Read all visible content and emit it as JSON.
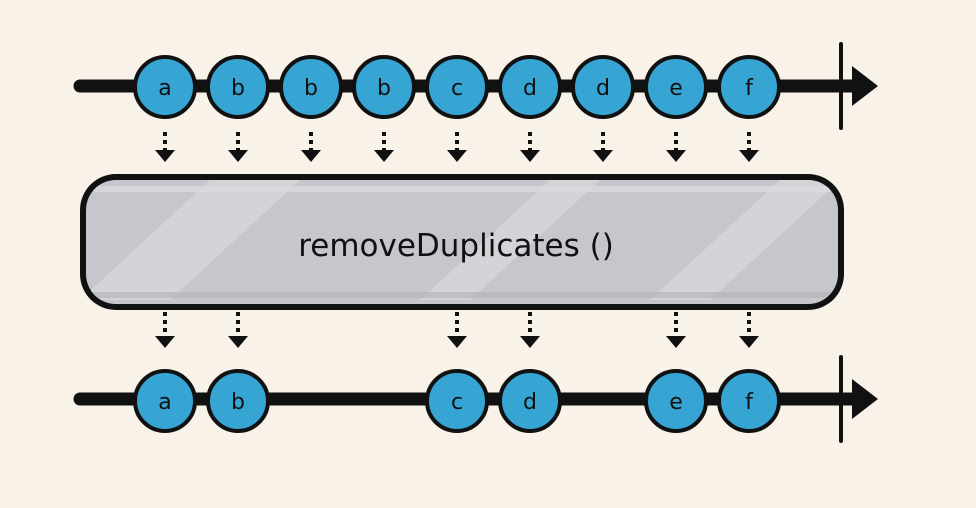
{
  "colors": {
    "background": "#f8f2e9",
    "marble_fill": "#36a5d4",
    "marble_stroke": "#111111",
    "timeline": "#111111",
    "operator_fill": "#c6c7cc",
    "operator_stroke": "#111111"
  },
  "input_stream": {
    "marbles": [
      {
        "label": "a"
      },
      {
        "label": "b"
      },
      {
        "label": "b"
      },
      {
        "label": "b"
      },
      {
        "label": "c"
      },
      {
        "label": "d"
      },
      {
        "label": "d"
      },
      {
        "label": "e"
      },
      {
        "label": "f"
      }
    ]
  },
  "operator": {
    "label": "removeDuplicates ()"
  },
  "output_stream": {
    "marbles": [
      {
        "label": "a",
        "slot": 0
      },
      {
        "label": "b",
        "slot": 1
      },
      {
        "label": "c",
        "slot": 4
      },
      {
        "label": "d",
        "slot": 5
      },
      {
        "label": "e",
        "slot": 7
      },
      {
        "label": "f",
        "slot": 8
      }
    ]
  }
}
